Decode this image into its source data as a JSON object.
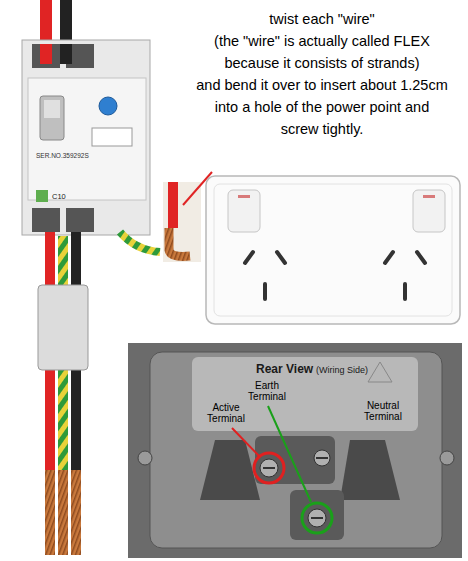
{
  "diagram": {
    "labels": [
      "twist each \"wire\" (the \"wire\" is actually called FLEX because it consists of strands) and bend it over to insert about 1.25cm into a hole of the power point and screw tightly.",
      "SER.NO.359292S",
      "C10",
      "Rear View",
      "(Wiring Side)",
      "Earth Terminal",
      "Active Terminal",
      "Neutral Terminal"
    ]
  }
}
